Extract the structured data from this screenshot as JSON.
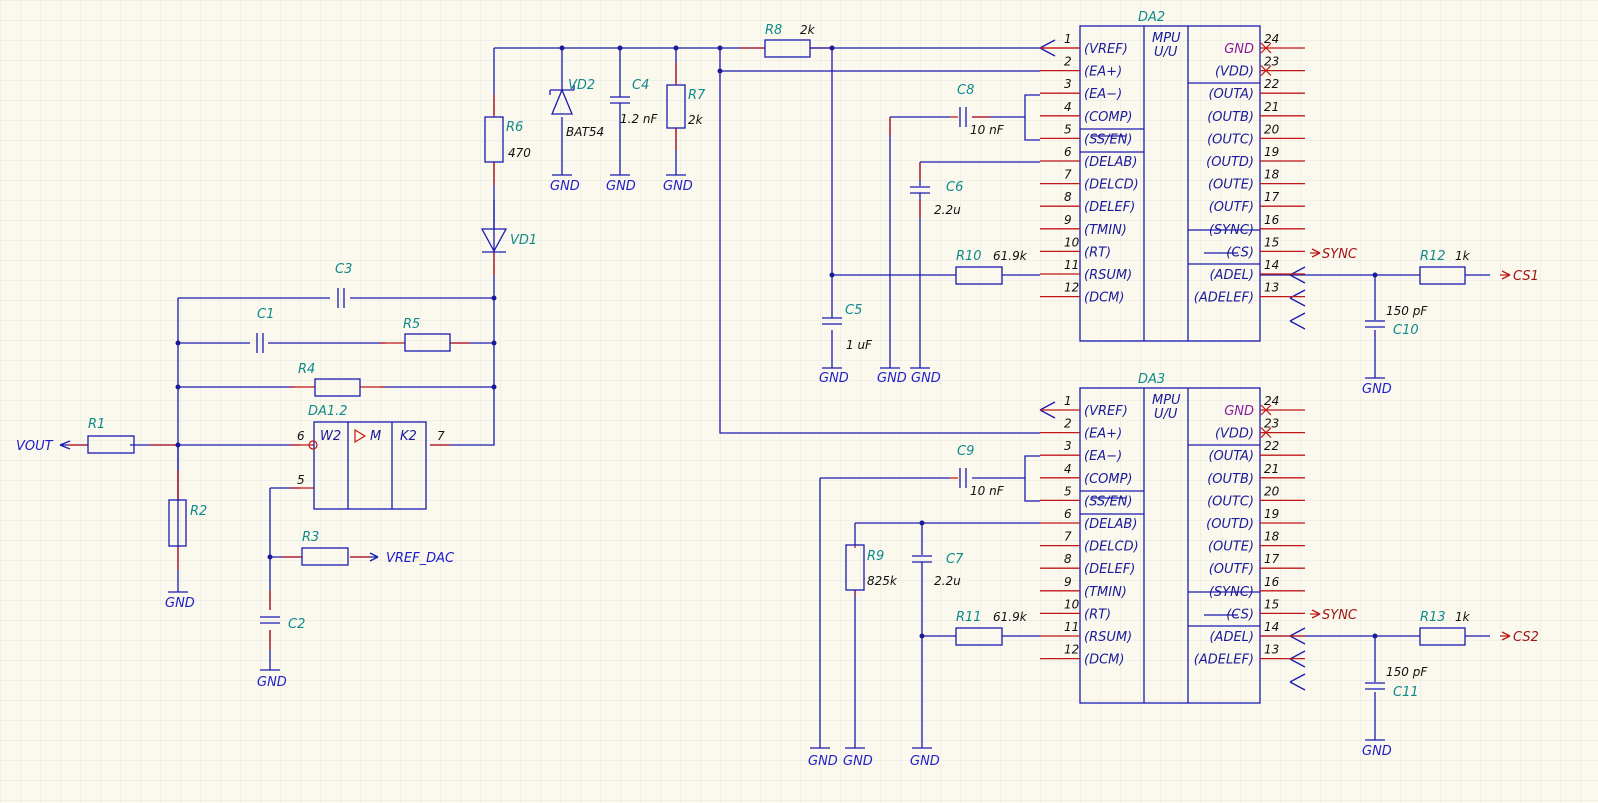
{
  "colors": {
    "background": "#fbf8ee",
    "grid": "#e4e4e4",
    "wire": "#1a1ab0",
    "pin": "#c01818",
    "refdes": "#0f8a8a",
    "net_label": "#1a1ac8",
    "signal_port": "#a01515",
    "power_pin": "#8a1a9a"
  },
  "chips": [
    {
      "ref": "DA2",
      "type_line1": "MPU",
      "type_line2": "U/U",
      "left_pins": [
        {
          "num": "1",
          "name": "(VREF)"
        },
        {
          "num": "2",
          "name": "(EA+)"
        },
        {
          "num": "3",
          "name": "(EA−)"
        },
        {
          "num": "4",
          "name": "(COMP)"
        },
        {
          "num": "5",
          "name": "(SS/EN)"
        },
        {
          "num": "6",
          "name": "(DELAB)"
        },
        {
          "num": "7",
          "name": "(DELCD)"
        },
        {
          "num": "8",
          "name": "(DELEF)"
        },
        {
          "num": "9",
          "name": "(TMIN)"
        },
        {
          "num": "10",
          "name": "(RT)"
        },
        {
          "num": "11",
          "name": "(RSUM)"
        },
        {
          "num": "12",
          "name": "(DCM)"
        }
      ],
      "right_pins": [
        {
          "num": "24",
          "name": "GND"
        },
        {
          "num": "23",
          "name": "(VDD)"
        },
        {
          "num": "22",
          "name": "(OUTA)"
        },
        {
          "num": "21",
          "name": "(OUTB)"
        },
        {
          "num": "20",
          "name": "(OUTC)"
        },
        {
          "num": "19",
          "name": "(OUTD)"
        },
        {
          "num": "18",
          "name": "(OUTE)"
        },
        {
          "num": "17",
          "name": "(OUTF)"
        },
        {
          "num": "16",
          "name": "(SYNC)"
        },
        {
          "num": "15",
          "name": "(CS)"
        },
        {
          "num": "14",
          "name": "(ADEL)"
        },
        {
          "num": "13",
          "name": "(ADELEF)"
        }
      ]
    },
    {
      "ref": "DA3",
      "type_line1": "MPU",
      "type_line2": "U/U",
      "left_pins": [
        {
          "num": "1",
          "name": "(VREF)"
        },
        {
          "num": "2",
          "name": "(EA+)"
        },
        {
          "num": "3",
          "name": "(EA−)"
        },
        {
          "num": "4",
          "name": "(COMP)"
        },
        {
          "num": "5",
          "name": "(SS/EN)"
        },
        {
          "num": "6",
          "name": "(DELAB)"
        },
        {
          "num": "7",
          "name": "(DELCD)"
        },
        {
          "num": "8",
          "name": "(DELEF)"
        },
        {
          "num": "9",
          "name": "(TMIN)"
        },
        {
          "num": "10",
          "name": "(RT)"
        },
        {
          "num": "11",
          "name": "(RSUM)"
        },
        {
          "num": "12",
          "name": "(DCM)"
        }
      ],
      "right_pins": [
        {
          "num": "24",
          "name": "GND"
        },
        {
          "num": "23",
          "name": "(VDD)"
        },
        {
          "num": "22",
          "name": "(OUTA)"
        },
        {
          "num": "21",
          "name": "(OUTB)"
        },
        {
          "num": "20",
          "name": "(OUTC)"
        },
        {
          "num": "19",
          "name": "(OUTD)"
        },
        {
          "num": "18",
          "name": "(OUTE)"
        },
        {
          "num": "17",
          "name": "(OUTF)"
        },
        {
          "num": "16",
          "name": "(SYNC)"
        },
        {
          "num": "15",
          "name": "(CS)"
        },
        {
          "num": "14",
          "name": "(ADEL)"
        },
        {
          "num": "13",
          "name": "(ADELEF)"
        }
      ]
    }
  ],
  "opamp": {
    "ref": "DA1.2",
    "w2": "W2",
    "m": "M",
    "k2": "K2",
    "pin_in": "6",
    "pin_ref": "5",
    "pin_out": "7"
  },
  "components": {
    "R1": {
      "ref": "R1",
      "value": ""
    },
    "R2": {
      "ref": "R2",
      "value": ""
    },
    "R3": {
      "ref": "R3",
      "value": ""
    },
    "R4": {
      "ref": "R4",
      "value": ""
    },
    "R5": {
      "ref": "R5",
      "value": ""
    },
    "R6": {
      "ref": "R6",
      "value": "470"
    },
    "R7": {
      "ref": "R7",
      "value": "2k"
    },
    "R8": {
      "ref": "R8",
      "value": "2k"
    },
    "R9": {
      "ref": "R9",
      "value": "825k"
    },
    "R10": {
      "ref": "R10",
      "value": "61.9k"
    },
    "R11": {
      "ref": "R11",
      "value": "61.9k"
    },
    "R12": {
      "ref": "R12",
      "value": "1k"
    },
    "R13": {
      "ref": "R13",
      "value": "1k"
    },
    "C1": {
      "ref": "C1",
      "value": ""
    },
    "C2": {
      "ref": "C2",
      "value": ""
    },
    "C3": {
      "ref": "C3",
      "value": ""
    },
    "C4": {
      "ref": "C4",
      "value": "1.2 nF"
    },
    "C5": {
      "ref": "C5",
      "value": "1 uF"
    },
    "C6": {
      "ref": "C6",
      "value": "2.2u"
    },
    "C7": {
      "ref": "C7",
      "value": "2.2u"
    },
    "C8": {
      "ref": "C8",
      "value": "10 nF"
    },
    "C9": {
      "ref": "C9",
      "value": "10 nF"
    },
    "C10": {
      "ref": "C10",
      "value": "150 pF"
    },
    "C11": {
      "ref": "C11",
      "value": "150 pF"
    },
    "VD1": {
      "ref": "VD1",
      "value": ""
    },
    "VD2": {
      "ref": "VD2",
      "value": "BAT54"
    }
  },
  "nets": {
    "gnd": "GND",
    "vout": "VOUT",
    "vref_dac": "VREF_DAC",
    "sync": "SYNC",
    "cs1": "CS1",
    "cs2": "CS2"
  }
}
